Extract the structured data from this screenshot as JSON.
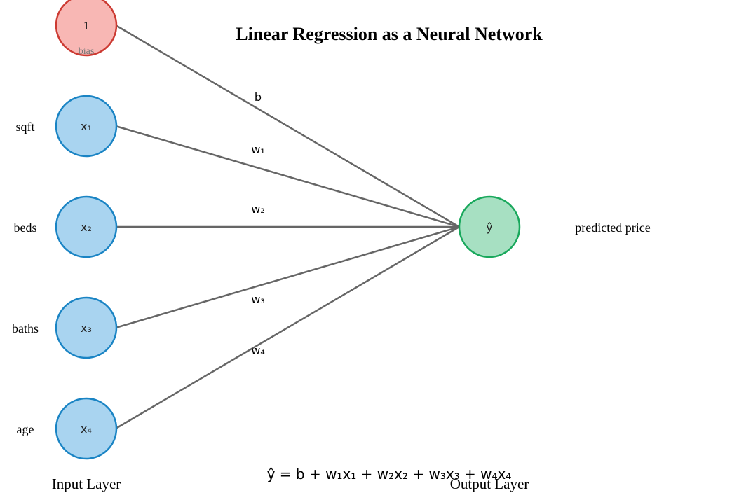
{
  "title": "Linear Regression as a Neural Network",
  "colors": {
    "input_fill": "#a9d4f0",
    "input_stroke": "#1a84c4",
    "bias_fill": "#f8b7b4",
    "bias_stroke": "#cc3a32",
    "output_fill": "#a7e0c2",
    "output_stroke": "#19a85c",
    "edge": "#666666"
  },
  "bias_node": {
    "value": "1",
    "label": "bias"
  },
  "input_nodes": [
    {
      "symbol": "x₁",
      "feature": "sqft"
    },
    {
      "symbol": "x₂",
      "feature": "beds"
    },
    {
      "symbol": "x₃",
      "feature": "baths"
    },
    {
      "symbol": "x₄",
      "feature": "age"
    }
  ],
  "output_node": {
    "symbol": "ŷ",
    "label": "predicted price"
  },
  "weights": [
    "b",
    "w₁",
    "w₂",
    "w₃",
    "w₄"
  ],
  "input_layer_label": "Input Layer",
  "output_layer_label": "Output Layer",
  "formula": "ŷ = b + w₁x₁ + w₂x₂ + w₃x₃ + w₄x₄"
}
